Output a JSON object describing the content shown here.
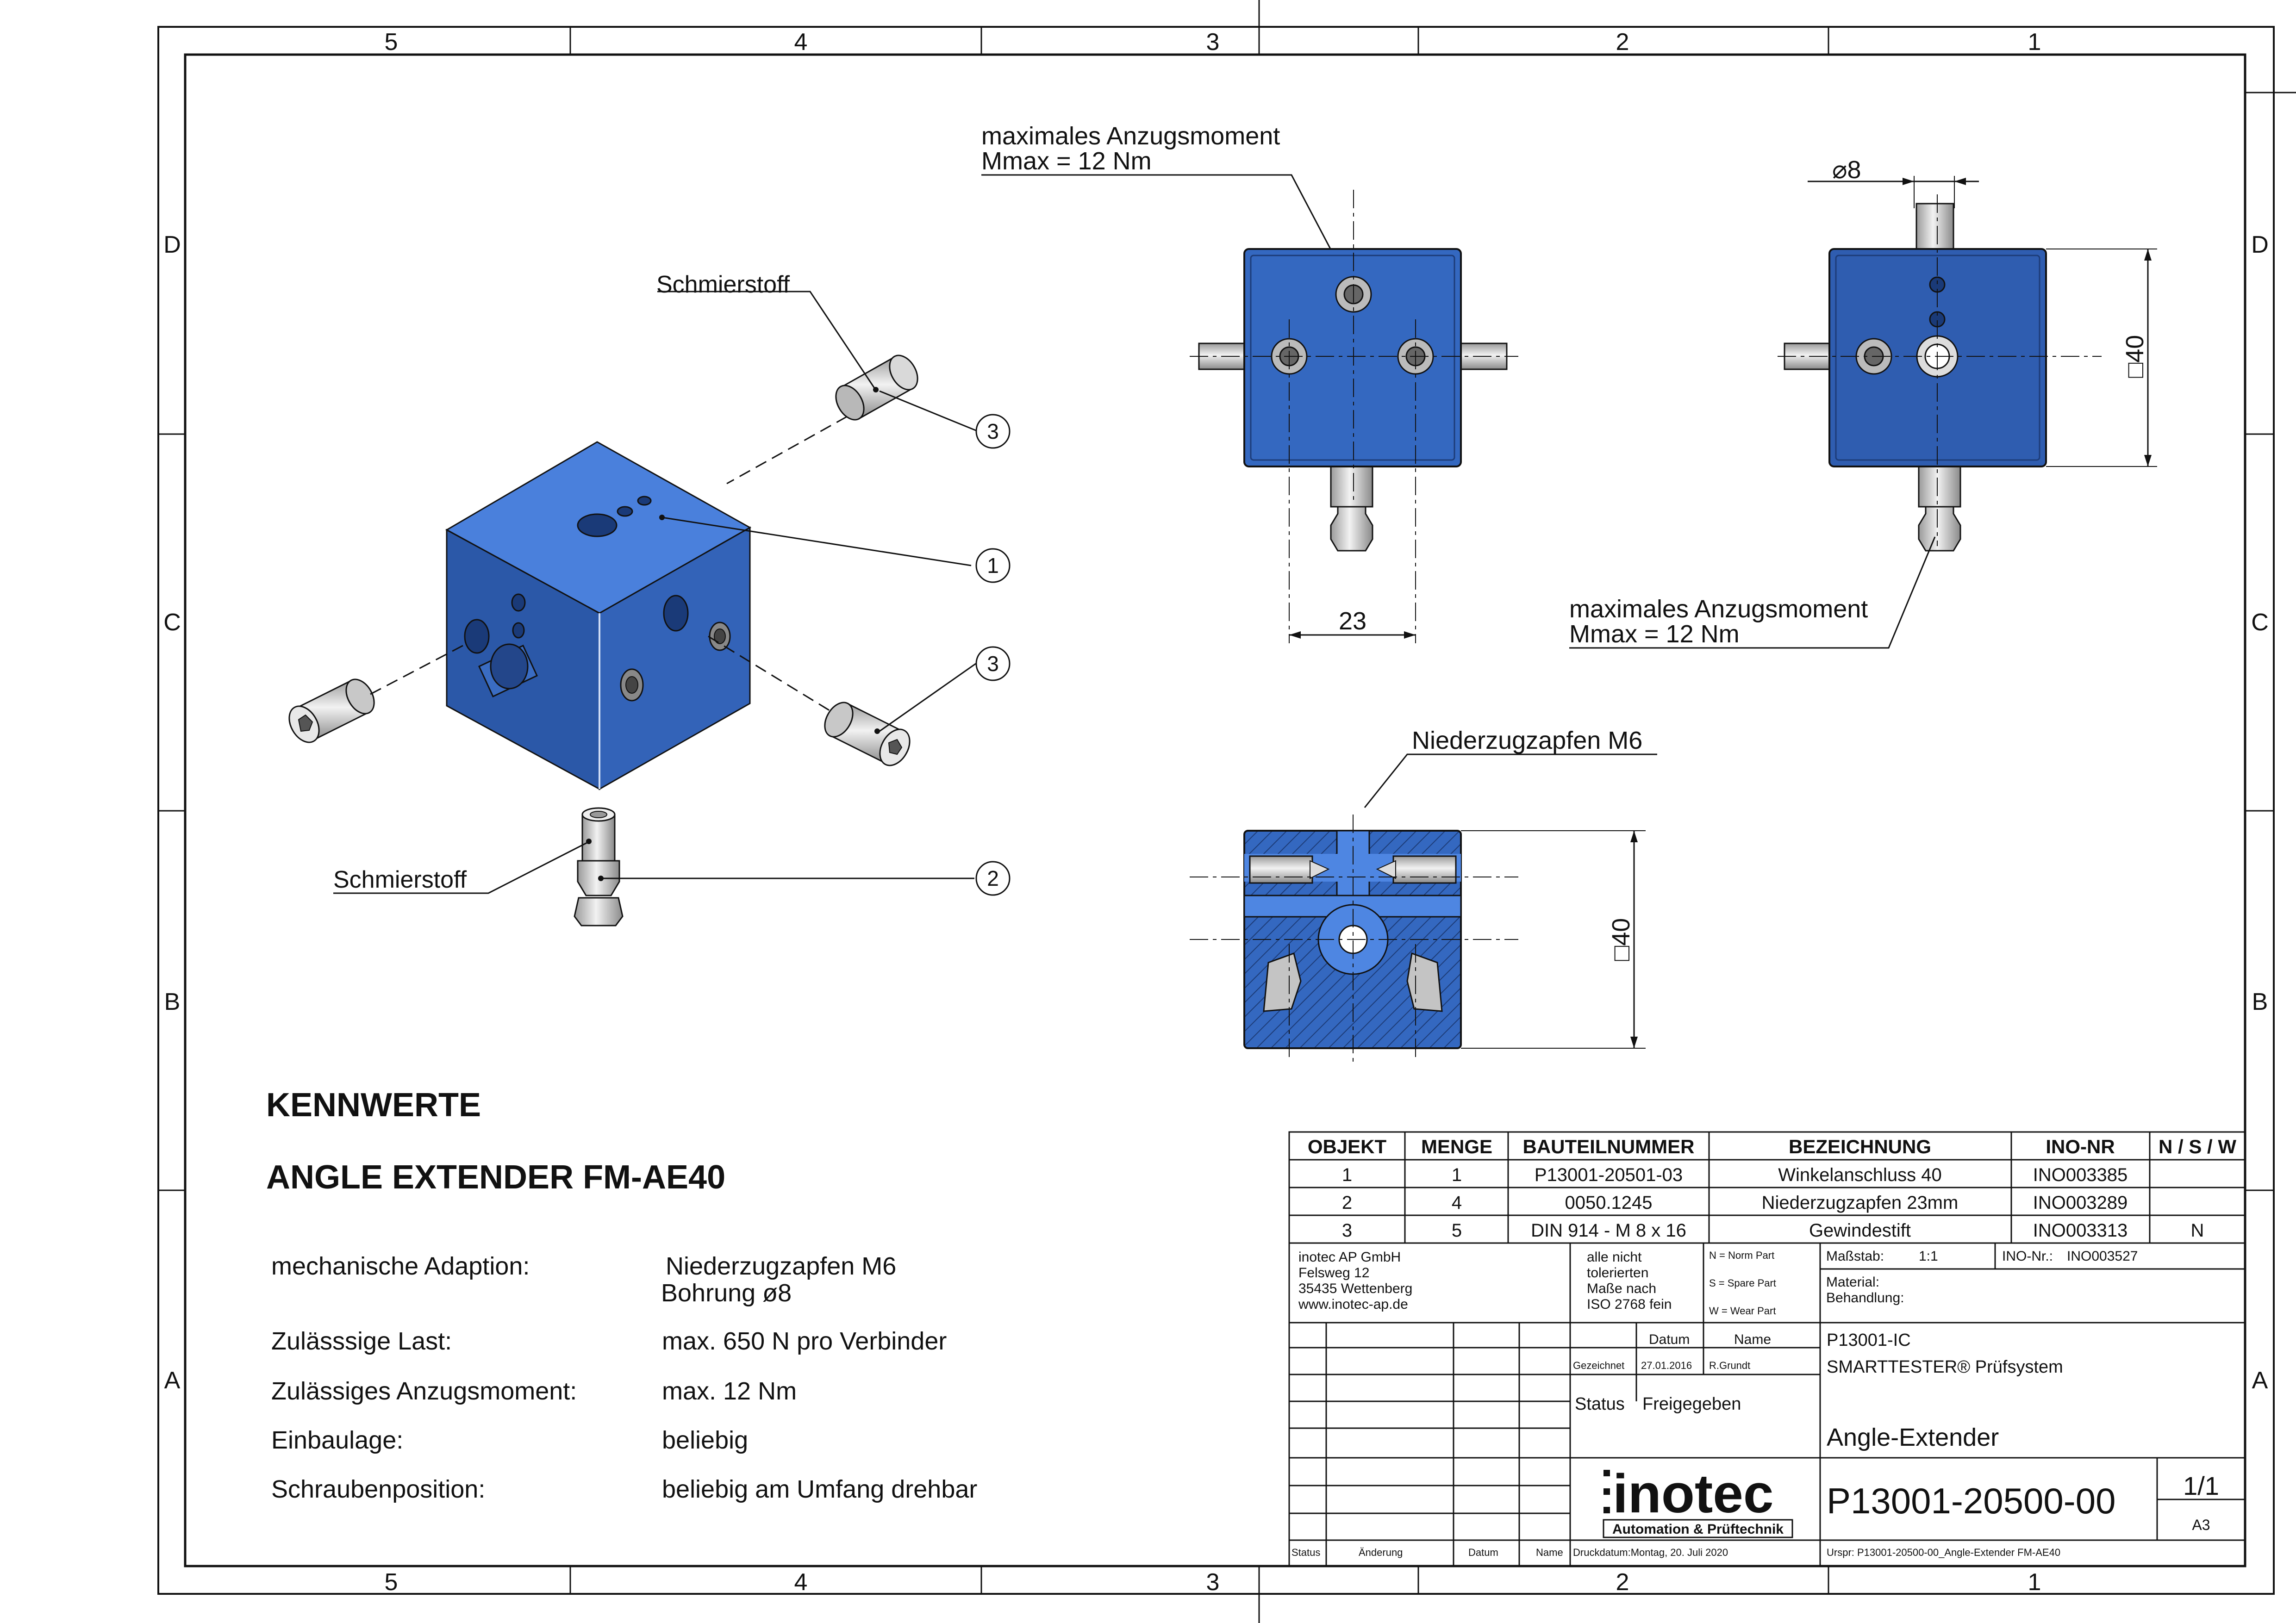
{
  "frame": {
    "zones_columns": [
      "5",
      "4",
      "3",
      "2",
      "1"
    ],
    "zones_rows": [
      "D",
      "C",
      "B",
      "A"
    ]
  },
  "callouts": {
    "iso_top_lube": "Schmierstoff",
    "iso_bottom_lube": "Schmierstoff",
    "torque_top_line1": "maximales Anzugsmoment",
    "torque_top_line2": "Mmax = 12 Nm",
    "torque_right_line1": "maximales Anzugsmoment",
    "torque_right_line2": "Mmax = 12 Nm",
    "pin_label": "Niederzugzapfen M6",
    "balloons": [
      "3",
      "1",
      "3",
      "2"
    ]
  },
  "dimensions": {
    "width_23": "23",
    "diameter_8": "⌀8",
    "square_40_side": "□40",
    "square_40_section": "□40"
  },
  "specs": {
    "heading": "KENNWERTE",
    "product": "ANGLE EXTENDER FM-AE40",
    "rows": [
      {
        "label": "mechanische Adaption:",
        "value": "Niederzugzapfen M6",
        "value2": "Bohrung ø8"
      },
      {
        "label": "Zulässsige Last:",
        "value": "max. 650 N pro Verbinder"
      },
      {
        "label": "Zulässiges Anzugsmoment:",
        "value": "max. 12 Nm"
      },
      {
        "label": "Einbaulage:",
        "value": "beliebig"
      },
      {
        "label": "Schraubenposition:",
        "value": "beliebig am Umfang drehbar"
      }
    ]
  },
  "bom": {
    "headers": [
      "OBJEKT",
      "MENGE",
      "BAUTEILNUMMER",
      "BEZEICHNUNG",
      "INO-NR",
      "N / S / W"
    ],
    "rows": [
      [
        "1",
        "1",
        "P13001-20501-03",
        "Winkelanschluss 40",
        "INO003385",
        ""
      ],
      [
        "2",
        "4",
        "0050.1245",
        "Niederzugzapfen 23mm",
        "INO003289",
        ""
      ],
      [
        "3",
        "5",
        "DIN 914 - M 8 x 16",
        "Gewindestift",
        "INO003313",
        "N"
      ]
    ]
  },
  "titleblock": {
    "company": [
      "inotec AP GmbH",
      "Felsweg 12",
      "35435 Wettenberg",
      "www.inotec-ap.de"
    ],
    "tolerance": [
      "alle nicht",
      "tolerierten",
      "Maße nach",
      "ISO 2768 fein"
    ],
    "nsw_legend": [
      "N = Norm Part",
      "S = Spare Part",
      "W = Wear Part"
    ],
    "massstab_label": "Maßstab:",
    "massstab_value": "1:1",
    "ino_label": "INO-Nr.:",
    "ino_value": "INO003527",
    "material_label": "Material:",
    "behandlung_label": "Behandlung:",
    "datum_header": "Datum",
    "name_header": "Name",
    "gezeichnet_label": "Gezeichnet",
    "gezeichnet_date": "27.01.2016",
    "gezeichnet_name": "R.Grundt",
    "status_label": "Status",
    "status_value": "Freigegeben",
    "project_code": "P13001-IC",
    "project_name": "SMARTTESTER® Prüfsystem",
    "title": "Angle-Extender",
    "drawing_number": "P13001-20500-00",
    "sheet": "1/1",
    "format": "A3",
    "logo_text": "inotec",
    "logo_sub": "Automation & Prüftechnik",
    "rev_status": "Status",
    "rev_aenderung": "Änderung",
    "rev_datum": "Datum",
    "rev_name": "Name",
    "druckdatum": "Druckdatum:Montag, 20. Juli 2020",
    "ursprung": "Urspr: P13001-20500-00_Angle-Extender FM-AE40"
  },
  "colors": {
    "part_blue": "#3468c0",
    "part_blue_dark": "#23468a",
    "part_blue_light": "#4e86e2",
    "steel": "#c8c8c8",
    "line": "#111111"
  }
}
